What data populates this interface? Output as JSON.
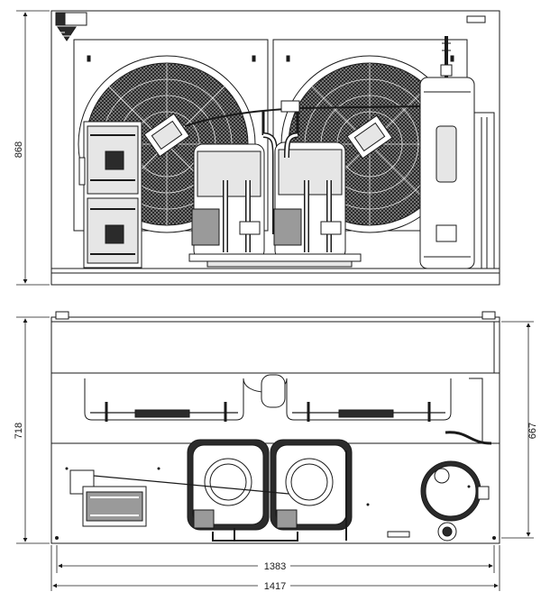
{
  "dimensions": {
    "front_height": "868",
    "top_depth": "718",
    "top_inner_depth": "667",
    "inner_width": "1383",
    "overall_width": "1417"
  },
  "colors": {
    "line": "#1a1a1a",
    "fill_dark": "#2b2b2b",
    "fill_mid": "#9a9a9a",
    "fill_light": "#e6e6e6",
    "paper": "#ffffff"
  },
  "icons": {
    "warning_label": "warning-label-icon"
  }
}
